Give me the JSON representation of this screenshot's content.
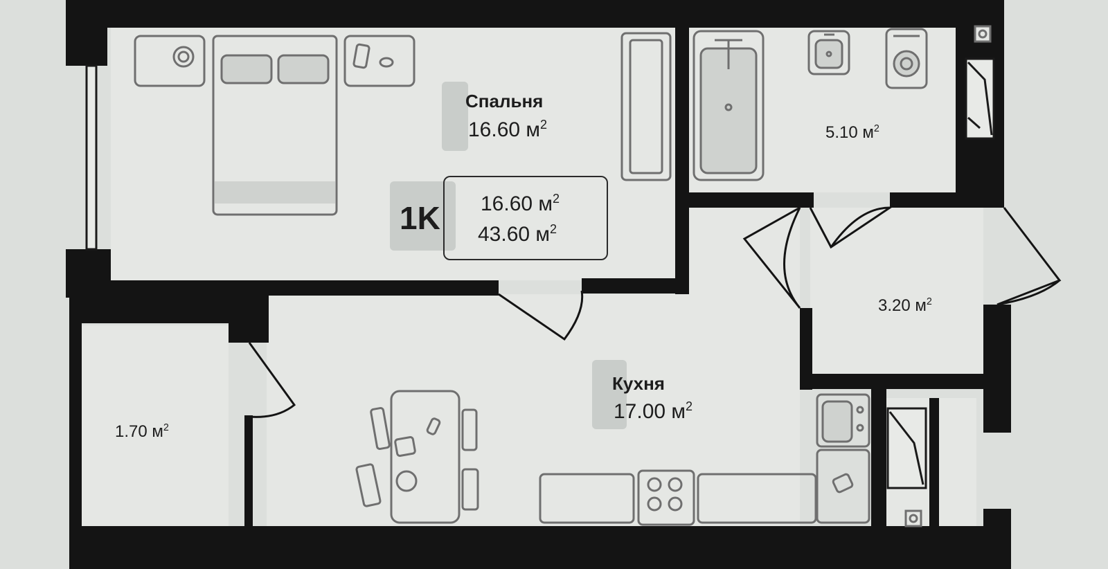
{
  "unit": {
    "code": "1K",
    "living_area": "16.60",
    "total_area": "43.60",
    "unit_suffix": "м"
  },
  "rooms": {
    "bedroom": {
      "name": "Спальня",
      "area": "16.60",
      "unit": "м"
    },
    "bathroom": {
      "area": "5.10",
      "unit": "м"
    },
    "hall": {
      "area": "3.20",
      "unit": "м"
    },
    "kitchen": {
      "name": "Кухня",
      "area": "17.00",
      "unit": "м"
    },
    "storage": {
      "area": "1.70",
      "unit": "м"
    }
  },
  "superscript": "2",
  "colors": {
    "wall": "#141414",
    "floor": "#e4e6e3",
    "furniture_line": "#6f6f6f",
    "background": "#dcdfdc"
  }
}
